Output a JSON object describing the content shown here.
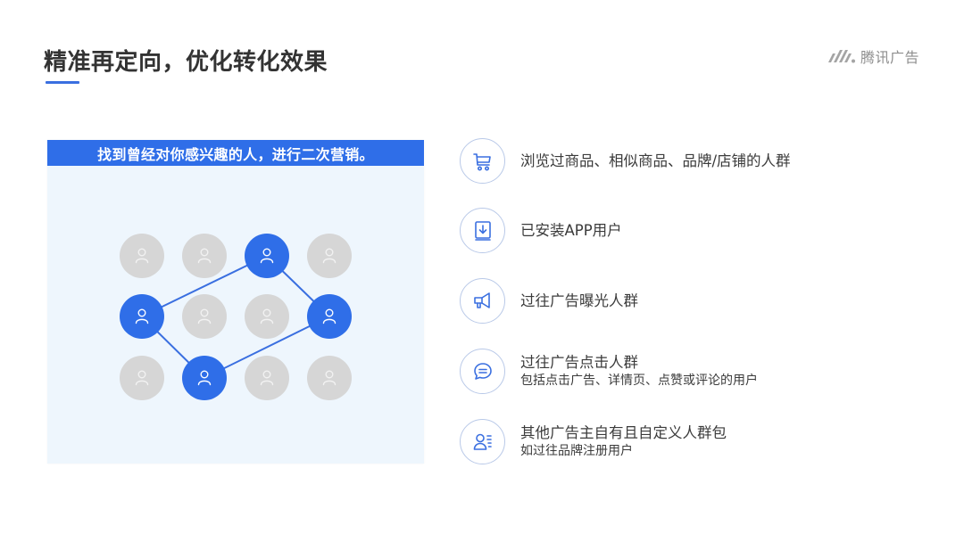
{
  "header": {
    "title": "精准再定向，优化转化效果",
    "accent_color": "#3a6fe0"
  },
  "brand": {
    "logo_icon": "tencent-ads-logo-icon",
    "name": "腾讯广告"
  },
  "panel": {
    "banner_text": "找到曾经对你感兴趣的人，进行二次营销。",
    "banner_color": "#2f6ee8",
    "background_color": "#eef6fd",
    "graph": {
      "node_active_color": "#2f6ee8",
      "node_inactive_color": "#d6d6d6",
      "rows": 3,
      "cols": 4,
      "active_nodes": [
        [
          0,
          2
        ],
        [
          1,
          0
        ],
        [
          1,
          3
        ],
        [
          2,
          1
        ]
      ],
      "connections": [
        [
          [
            1,
            0
          ],
          [
            0,
            2
          ]
        ],
        [
          [
            0,
            2
          ],
          [
            1,
            3
          ]
        ],
        [
          [
            1,
            3
          ],
          [
            2,
            1
          ]
        ],
        [
          [
            2,
            1
          ],
          [
            1,
            0
          ]
        ]
      ]
    }
  },
  "audience_list": [
    {
      "icon": "shopping-cart-icon",
      "title": "浏览过商品、相似商品、品牌/店铺的人群",
      "subtitle": ""
    },
    {
      "icon": "app-download-icon",
      "title": "已安装APP用户",
      "subtitle": ""
    },
    {
      "icon": "megaphone-icon",
      "title": "过往广告曝光人群",
      "subtitle": ""
    },
    {
      "icon": "chat-bubble-icon",
      "title": "过往广告点击人群",
      "subtitle": "包括点击广告、详情页、点赞或评论的用户"
    },
    {
      "icon": "user-list-icon",
      "title": "其他广告主自有且自定义人群包",
      "subtitle": "如过往品牌注册用户"
    }
  ]
}
